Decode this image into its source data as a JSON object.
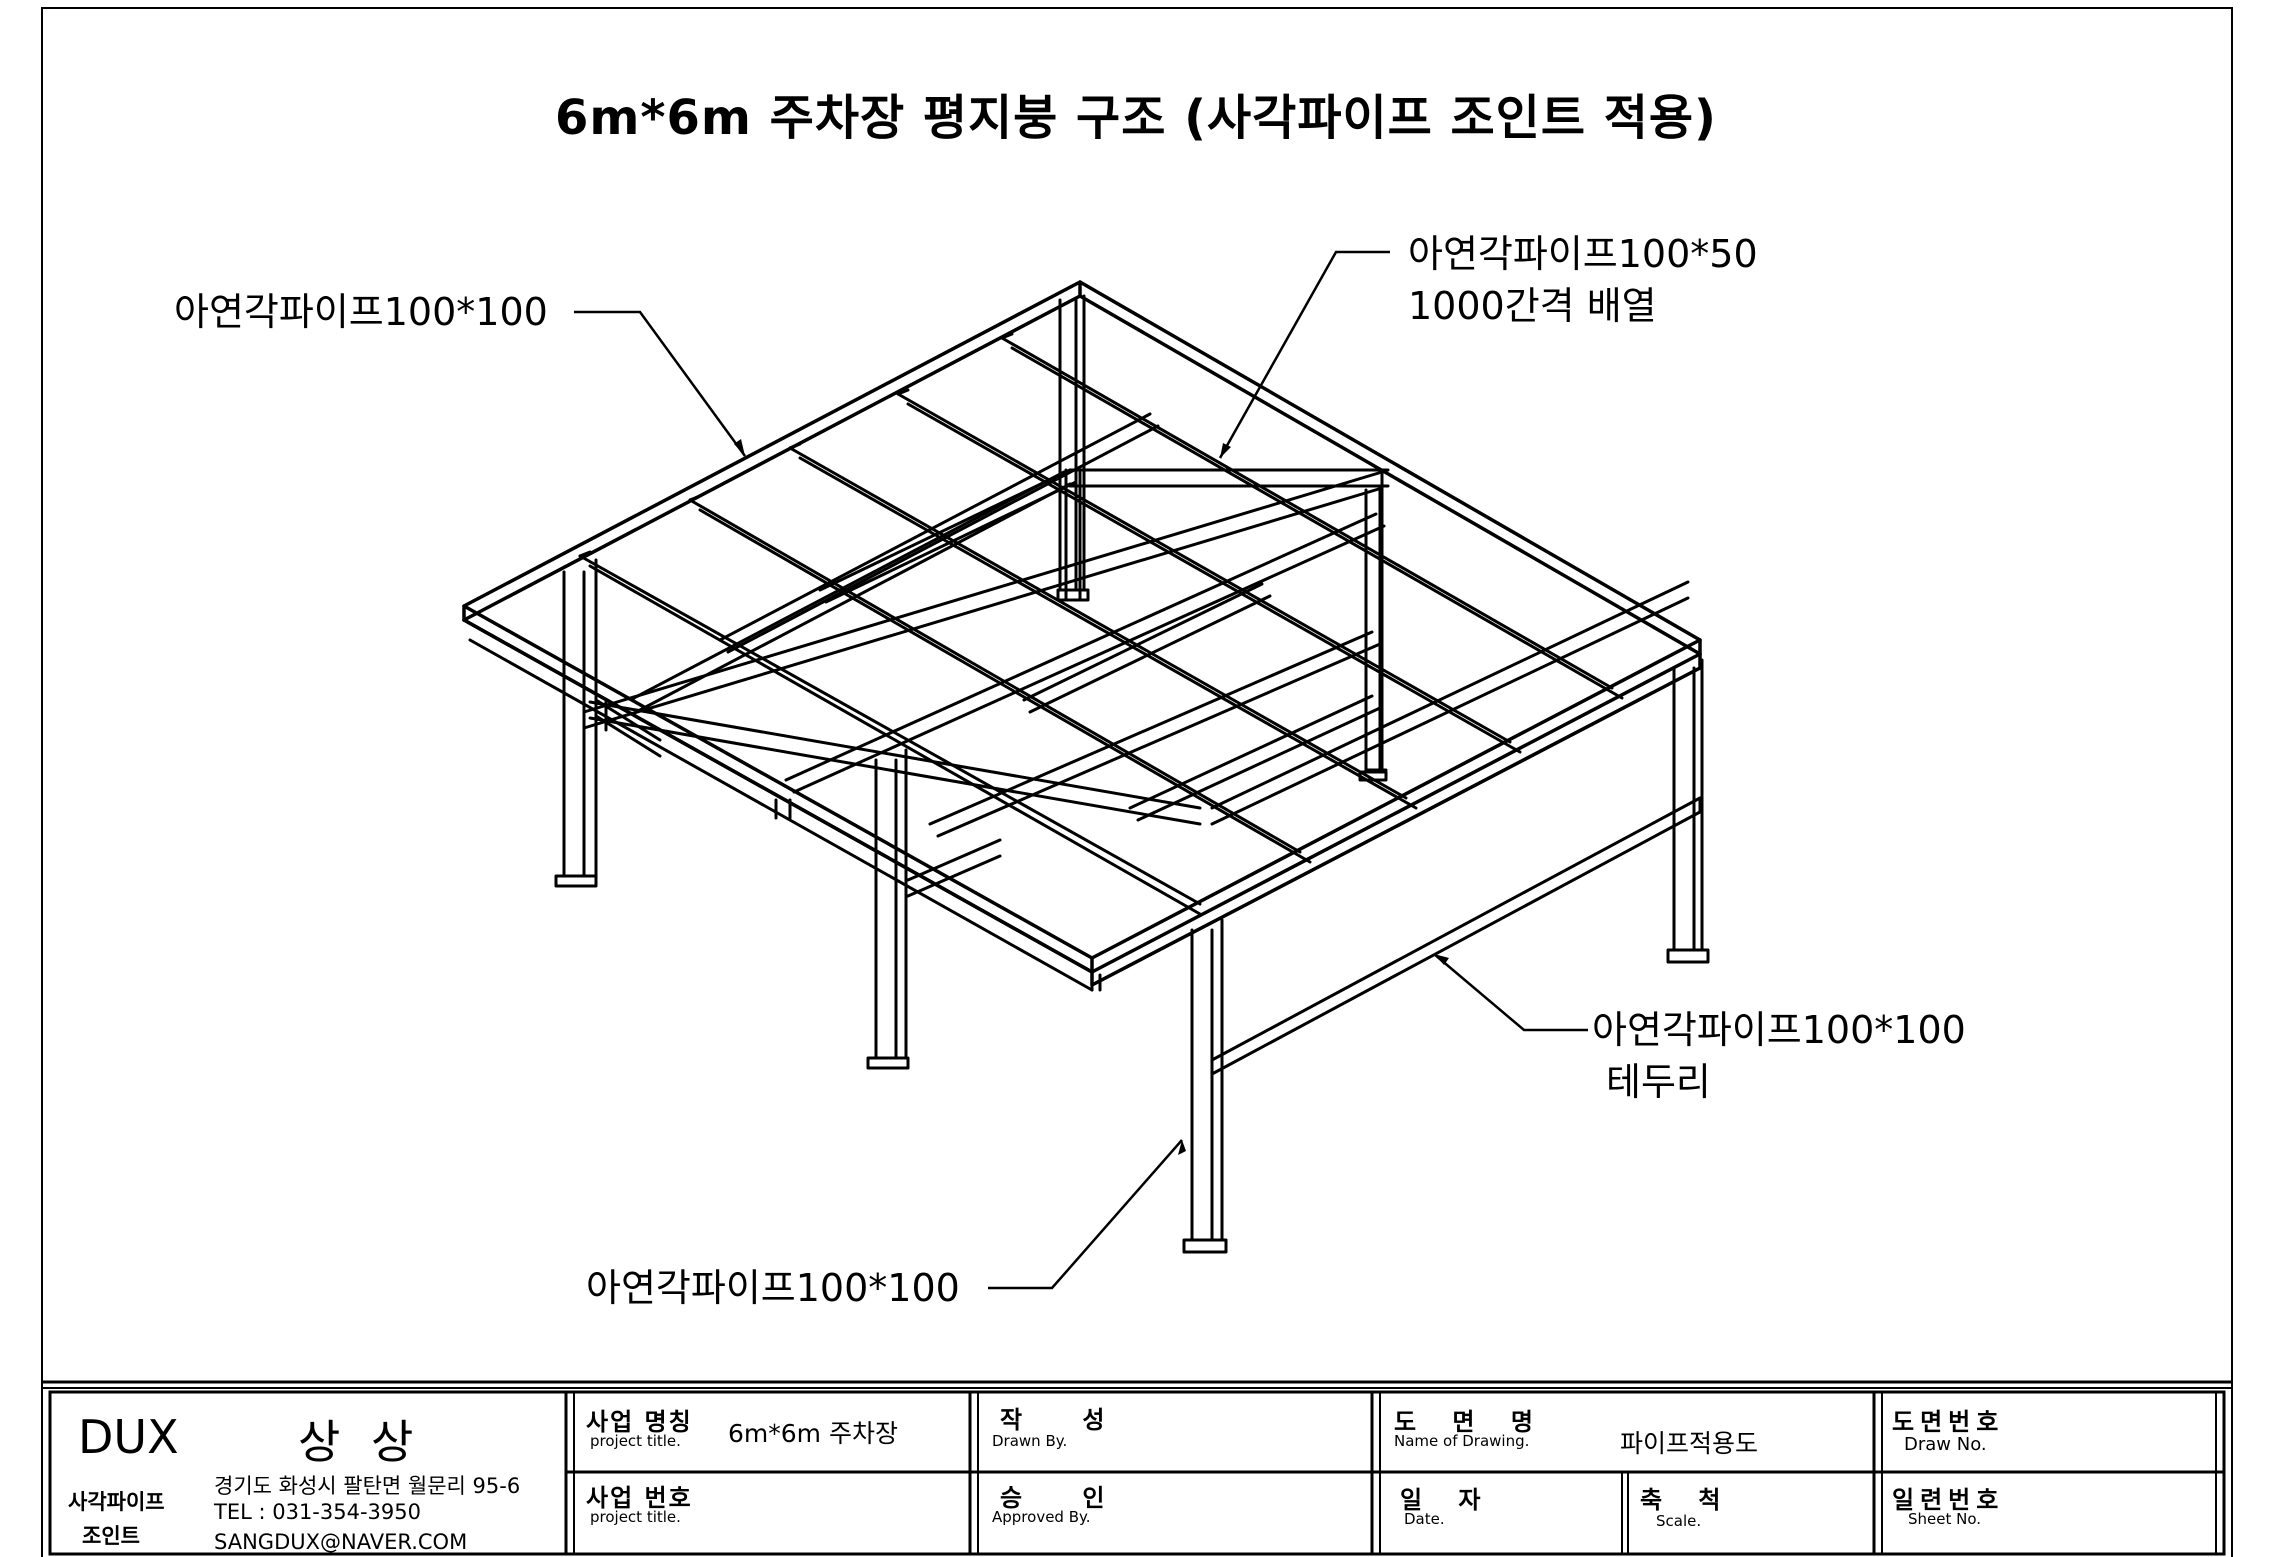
{
  "title": "6m*6m 주차장 평지붕 구조 (사각파이프 조인트 적용)",
  "callouts": {
    "top_left": "아연각파이프100*100",
    "top_right_line1": "아연각파이프100*50",
    "top_right_line2": "1000간격 배열",
    "right_line1": "아연각파이프100*100",
    "right_line2": "테두리",
    "bottom": "아연각파이프100*100"
  },
  "title_block": {
    "company": {
      "logo": "DUX",
      "name": "상 상",
      "product_line1": "사각파이프",
      "product_line2": "조인트",
      "address": "경기도 화성시 팔탄면 월문리 95-6",
      "tel": "TEL : 031-354-3950",
      "email": "SANGDUX@NAVER.COM"
    },
    "project_name_label": "사업 명칭",
    "project_name_sub": "project title.",
    "project_name_value": "6m*6m 주차장",
    "project_no_label": "사업 번호",
    "project_no_sub": "project title.",
    "drawn_label": "작 성",
    "drawn_sub": "Drawn By.",
    "approved_label": "승 인",
    "approved_sub": "Approved By.",
    "drawing_name_label": "도 면 명",
    "drawing_name_sub": "Name of Drawing.",
    "drawing_name_value": "파이프적용도",
    "date_label": "일 자",
    "date_sub": "Date.",
    "scale_label": "축 척",
    "scale_sub": "Scale.",
    "drawing_no_label": "도면번호",
    "drawing_no_sub": "Draw No.",
    "sheet_no_label": "일련번호",
    "sheet_no_sub": "Sheet No."
  }
}
